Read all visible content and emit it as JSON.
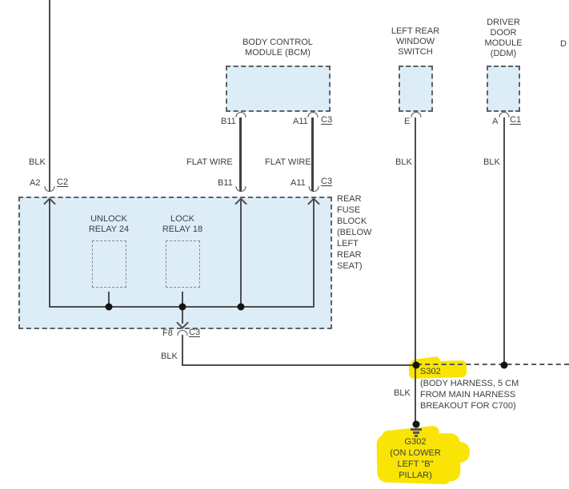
{
  "colors": {
    "module_fill": "#ddedf8",
    "highlight": "#fae406",
    "wire": "#4b4e52",
    "text": "#3b3f42"
  },
  "modules": {
    "bcm": {
      "line1": "BODY CONTROL",
      "line2": "MODULE (BCM)"
    },
    "left_rear_window_switch": {
      "line1": "LEFT REAR",
      "line2": "WINDOW",
      "line3": "SWITCH"
    },
    "driver_door_module": {
      "line1": "DRIVER",
      "line2": "DOOR",
      "line3": "MODULE",
      "line4": "(DDM)"
    },
    "rear_fuse_block": {
      "line1": "REAR",
      "line2": "FUSE",
      "line3": "BLOCK",
      "line4": "(BELOW",
      "line5": "LEFT",
      "line6": "REAR",
      "line7": "SEAT)"
    },
    "unlock_relay": {
      "line1": "UNLOCK",
      "line2": "RELAY 24"
    },
    "lock_relay": {
      "line1": "LOCK",
      "line2": "RELAY 18"
    }
  },
  "pins": {
    "bcm_b11": "B11",
    "bcm_a11": "A11",
    "bcm_conn": "C3",
    "switch_e": "E",
    "ddm_a": "A",
    "ddm_conn": "C1",
    "fuse_a2": "A2",
    "fuse_conn_c2": "C2",
    "fuse_b11": "B11",
    "fuse_a11": "A11",
    "fuse_conn_c3": "C3",
    "fuse_f8": "F8",
    "fuse_f8_conn": "C3"
  },
  "wire_labels": {
    "blk_left": "BLK",
    "flat_wire_1": "FLAT WIRE",
    "flat_wire_2": "FLAT WIRE",
    "blk_switch": "BLK",
    "blk_ddm": "BLK",
    "blk_f8": "BLK",
    "blk_ground": "BLK"
  },
  "splice": {
    "name": "S302",
    "note1": "(BODY HARNESS, 5 CM",
    "note2": "FROM MAIN HARNESS",
    "note3": "BREAKOUT FOR C700)"
  },
  "ground": {
    "name": "G302",
    "note1": "(ON LOWER",
    "note2": "LEFT \"B\"",
    "note3": "PILLAR)"
  },
  "edge_fragment": "D"
}
